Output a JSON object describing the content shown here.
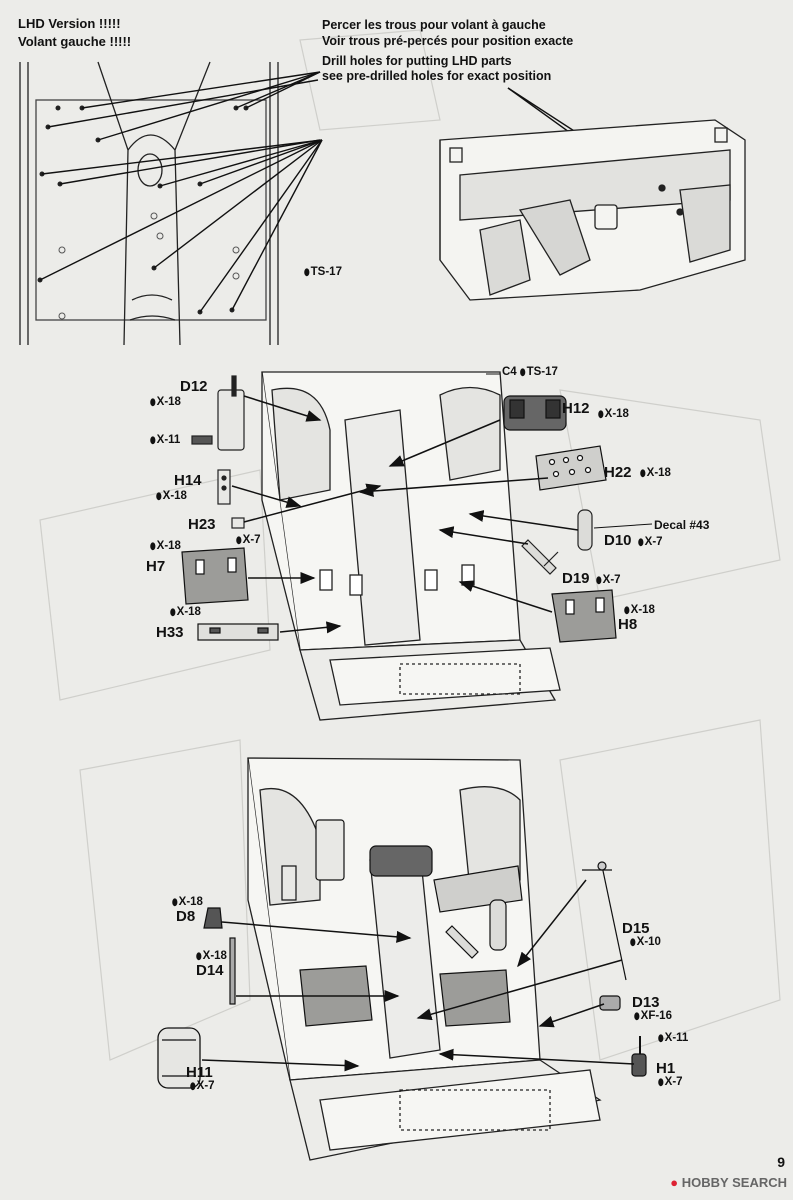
{
  "header": {
    "lhd_line1": "LHD Version !!!!!",
    "lhd_line2": "Volant gauche !!!!!",
    "fr_line1": "Percer les trous pour volant à gauche",
    "fr_line2": "Voir trous pré-percés pour position exacte",
    "en_line1": "Drill holes for putting LHD parts",
    "en_line2": "see pre-drilled holes for exact position"
  },
  "step1": {
    "ts17": "TS-17"
  },
  "step2": {
    "c4": "C4",
    "c4_paint": "TS-17",
    "d12": "D12",
    "d12_paint_a": "X-18",
    "d12_paint_b": "X-11",
    "h12": "H12",
    "h12_paint": "X-18",
    "h22": "H22",
    "h22_paint": "X-18",
    "h14": "H14",
    "h14_paint": "X-18",
    "h23": "H23",
    "h23_paint": "X-7",
    "decal": "Decal #43",
    "d10": "D10",
    "d10_paint": "X-7",
    "h7_paint": "X-18",
    "h7": "H7",
    "d19": "D19",
    "d19_paint": "X-7",
    "h8_paint": "X-18",
    "h8": "H8",
    "h33_paint": "X-18",
    "h33": "H33"
  },
  "step3": {
    "d8_paint": "X-18",
    "d8": "D8",
    "d14_paint": "X-18",
    "d14": "D14",
    "d15": "D15",
    "d15_paint": "X-10",
    "d13": "D13",
    "d13_paint": "XF-16",
    "h1_paint_a": "X-11",
    "h1": "H1",
    "h1_paint_b": "X-7",
    "h11": "H11",
    "h11_paint": "X-7"
  },
  "footer": {
    "brand": "HOBBY SEARCH",
    "page": "9"
  }
}
